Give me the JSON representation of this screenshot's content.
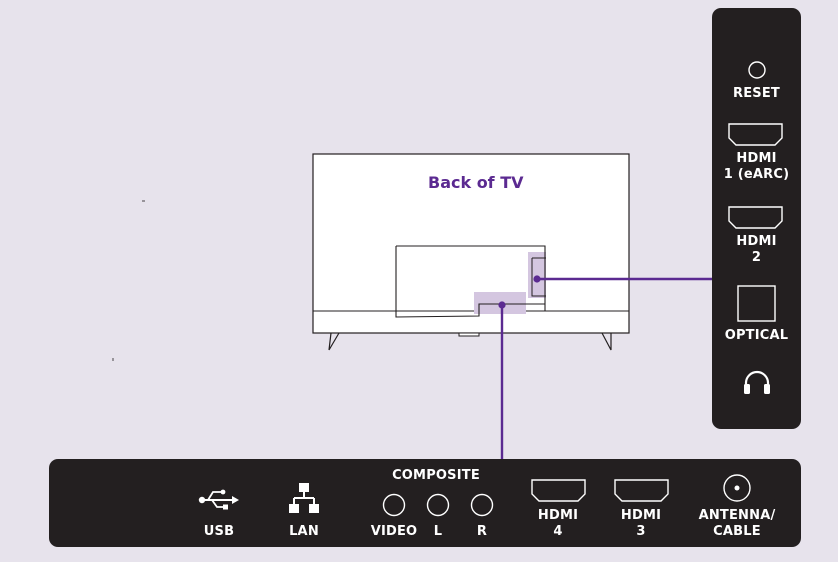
{
  "tv": {
    "title": "Back of TV"
  },
  "side_panel": {
    "reset": "RESET",
    "hdmi1": {
      "line1": "HDMI",
      "line2": "1 (eARC)"
    },
    "hdmi2": {
      "line1": "HDMI",
      "line2": "2"
    },
    "optical": "OPTICAL"
  },
  "bottom_panel": {
    "usb": "USB",
    "lan": "LAN",
    "composite": "COMPOSITE",
    "video": "VIDEO",
    "left": "L",
    "right": "R",
    "hdmi4": {
      "line1": "HDMI",
      "line2": "4"
    },
    "hdmi3": {
      "line1": "HDMI",
      "line2": "3"
    },
    "antenna": {
      "line1": "ANTENNA/",
      "line2": "CABLE"
    }
  },
  "colors": {
    "background": "#e7e3ec",
    "panel": "#231f20",
    "accent": "#5b2a91",
    "highlight": "#d4c6e0",
    "tv_outline": "#231f20"
  },
  "icons": [
    "usb-icon",
    "lan-icon",
    "headphones-icon"
  ]
}
